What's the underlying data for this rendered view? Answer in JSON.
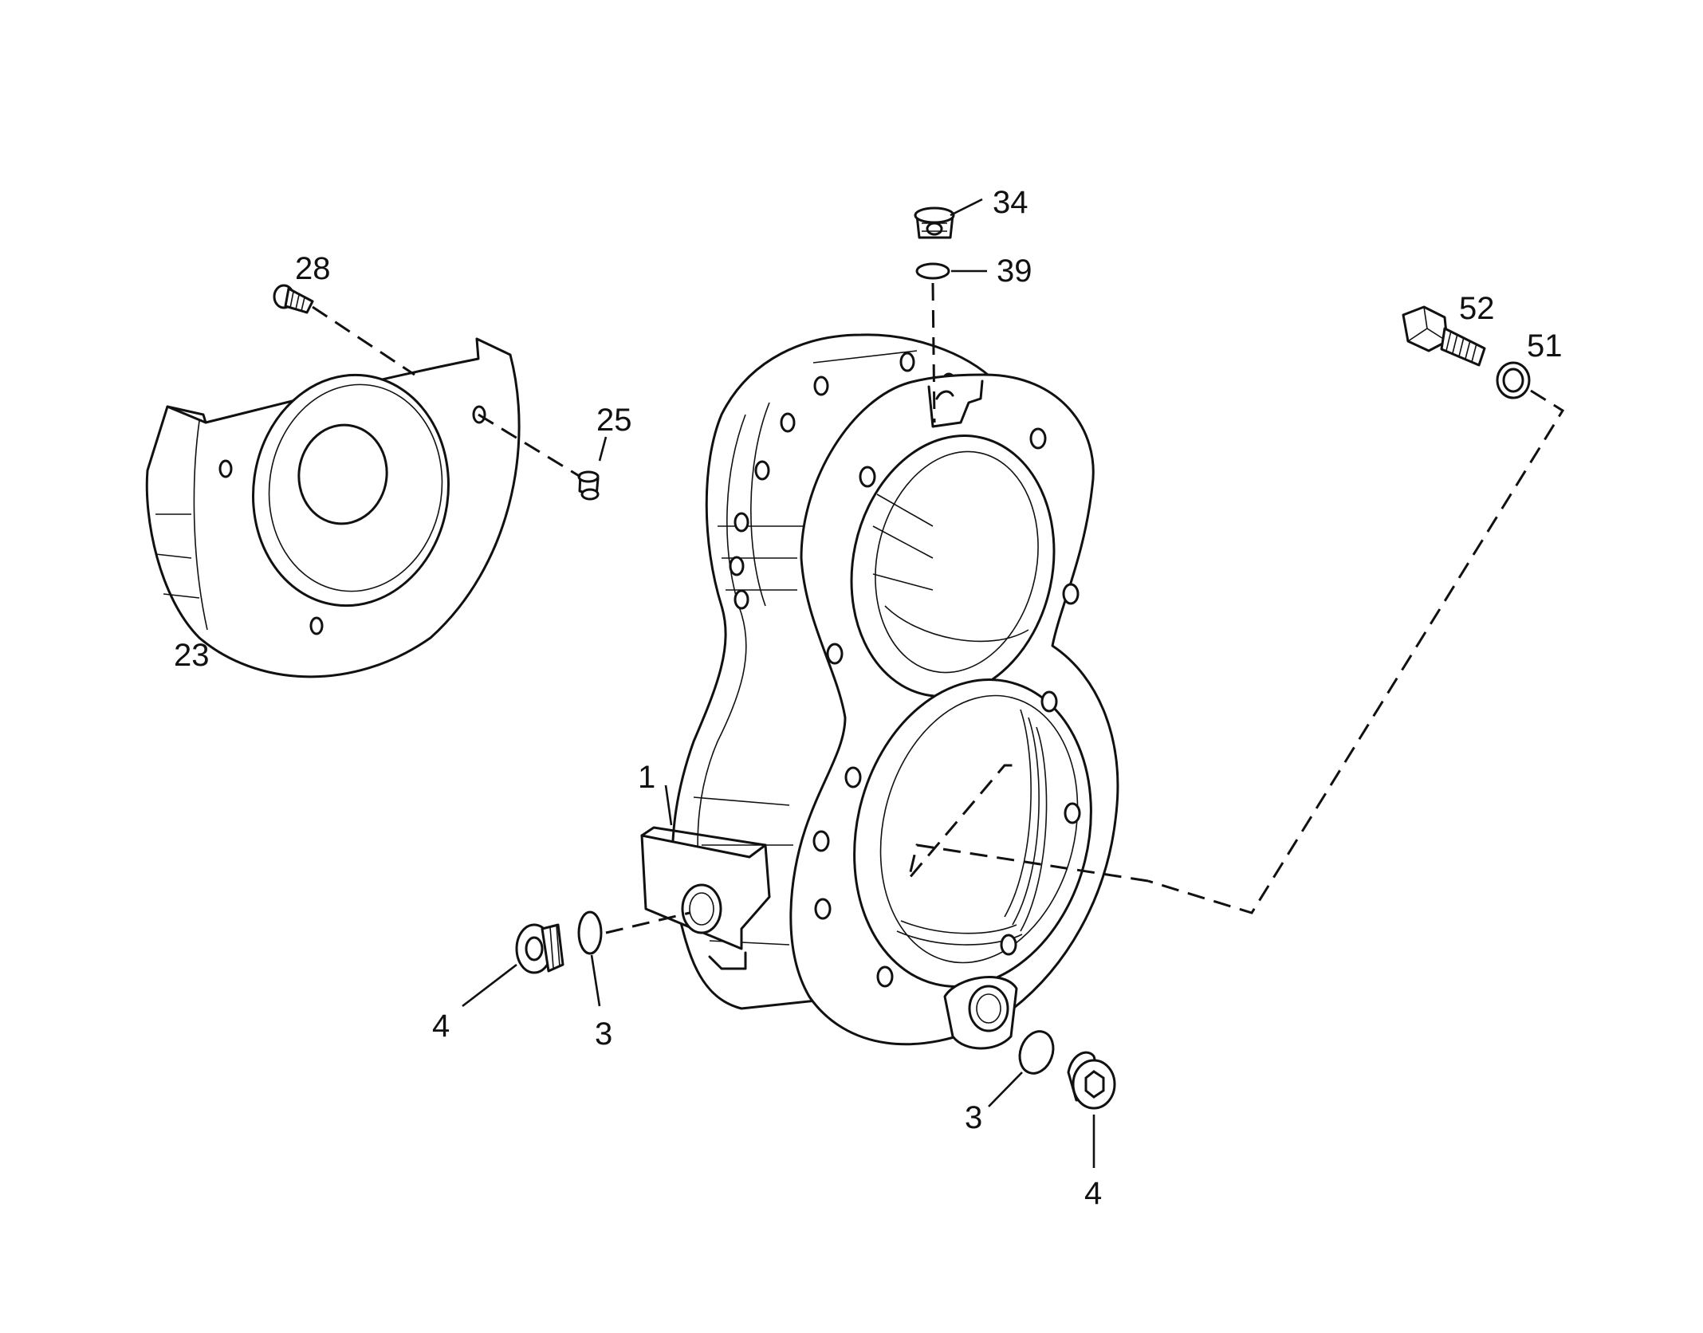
{
  "diagram": {
    "callouts": [
      {
        "id": "c34",
        "label": "34"
      },
      {
        "id": "c39",
        "label": "39"
      },
      {
        "id": "c28",
        "label": "28"
      },
      {
        "id": "c52",
        "label": "52"
      },
      {
        "id": "c51",
        "label": "51"
      },
      {
        "id": "c25",
        "label": "25"
      },
      {
        "id": "c23",
        "label": "23"
      },
      {
        "id": "c1",
        "label": "1"
      },
      {
        "id": "c4a",
        "label": "4"
      },
      {
        "id": "c3a",
        "label": "3"
      },
      {
        "id": "c3b",
        "label": "3"
      },
      {
        "id": "c4b",
        "label": "4"
      }
    ]
  }
}
